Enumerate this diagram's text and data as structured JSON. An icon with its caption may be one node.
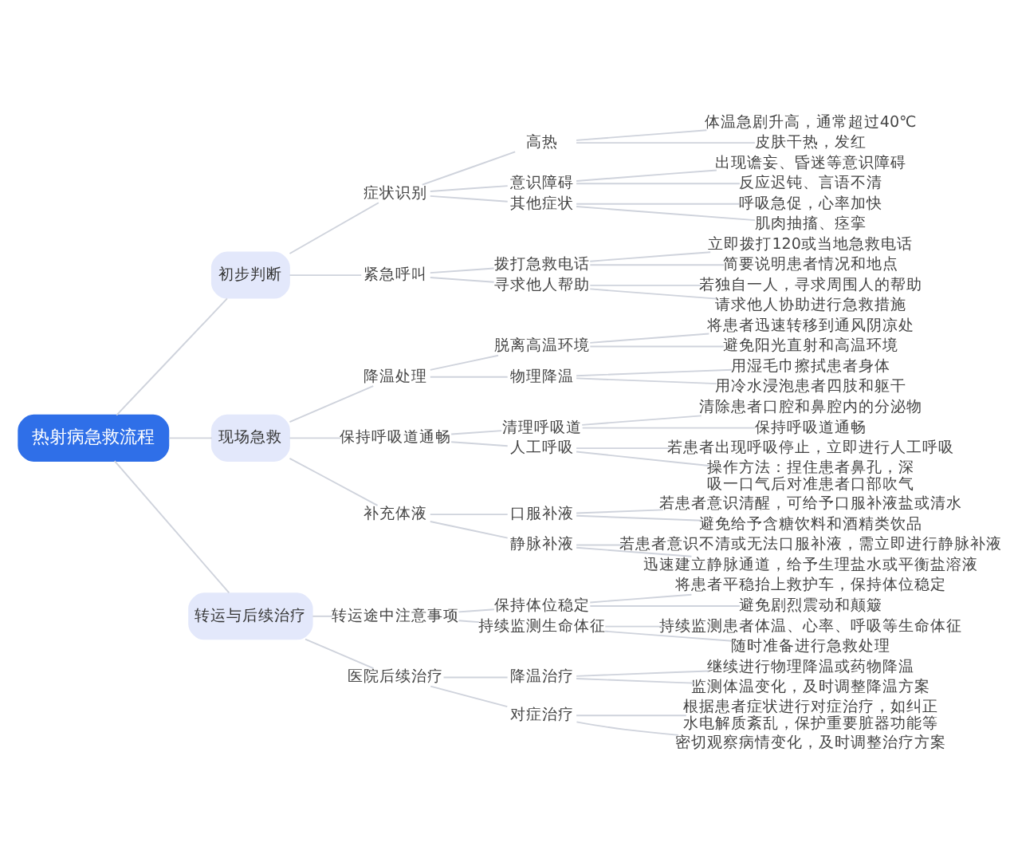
{
  "diagram": {
    "nodes": [
      {
        "text": [
          "热射病急救流程"
        ]
      },
      {
        "text": [
          "初步判断"
        ]
      },
      {
        "text": [
          "症状识别"
        ]
      },
      {
        "text": [
          "高热"
        ]
      },
      {
        "text": [
          "体温急剧升高，通常超过40℃"
        ]
      },
      {
        "text": [
          "皮肤干热，发红"
        ]
      },
      {
        "text": [
          "意识障碍"
        ]
      },
      {
        "text": [
          "出现谵妄、昏迷等意识障碍"
        ]
      },
      {
        "text": [
          "反应迟钝、言语不清"
        ]
      },
      {
        "text": [
          "其他症状"
        ]
      },
      {
        "text": [
          "呼吸急促，心率加快"
        ]
      },
      {
        "text": [
          "肌肉抽搐、痉挛"
        ]
      },
      {
        "text": [
          "紧急呼叫"
        ]
      },
      {
        "text": [
          "拨打急救电话"
        ]
      },
      {
        "text": [
          "立即拨打120或当地急救电话"
        ]
      },
      {
        "text": [
          "简要说明患者情况和地点"
        ]
      },
      {
        "text": [
          "寻求他人帮助"
        ]
      },
      {
        "text": [
          "若独自一人，寻求周围人的帮助"
        ]
      },
      {
        "text": [
          "请求他人协助进行急救措施"
        ]
      },
      {
        "text": [
          "现场急救"
        ]
      },
      {
        "text": [
          "降温处理"
        ]
      },
      {
        "text": [
          "脱离高温环境"
        ]
      },
      {
        "text": [
          "将患者迅速转移到通风阴凉处"
        ]
      },
      {
        "text": [
          "避免阳光直射和高温环境"
        ]
      },
      {
        "text": [
          "物理降温"
        ]
      },
      {
        "text": [
          "用湿毛巾擦拭患者身体"
        ]
      },
      {
        "text": [
          "用冷水浸泡患者四肢和躯干"
        ]
      },
      {
        "text": [
          "保持呼吸道通畅"
        ]
      },
      {
        "text": [
          "清理呼吸道"
        ]
      },
      {
        "text": [
          "清除患者口腔和鼻腔内的分泌物"
        ]
      },
      {
        "text": [
          "保持呼吸道通畅"
        ]
      },
      {
        "text": [
          "人工呼吸"
        ]
      },
      {
        "text": [
          "若患者出现呼吸停止，立即进行人工呼吸"
        ]
      },
      {
        "text": [
          "操作方法：捏住患者鼻孔，深吸一口气后对准患者口部吹气"
        ]
      },
      {
        "text": [
          "补充体液"
        ]
      },
      {
        "text": [
          "口服补液"
        ]
      },
      {
        "text": [
          "若患者意识清醒，可给予口服补液盐或清水"
        ]
      },
      {
        "text": [
          "避免给予含糖饮料和酒精类饮品"
        ]
      },
      {
        "text": [
          "静脉补液"
        ]
      },
      {
        "text": [
          "若患者意识不清或无法口服补液，需立即进行静脉补液"
        ]
      },
      {
        "text": [
          "迅速建立静脉通道，给予生理盐水或平衡盐溶液"
        ]
      },
      {
        "text": [
          "转运与后续治疗"
        ]
      },
      {
        "text": [
          "转运途中注意事项"
        ]
      },
      {
        "text": [
          "保持体位稳定"
        ]
      },
      {
        "text": [
          "将患者平稳抬上救护车，保持体位稳定"
        ]
      },
      {
        "text": [
          "避免剧烈震动和颠簸"
        ]
      },
      {
        "text": [
          "持续监测生命体征"
        ]
      },
      {
        "text": [
          "持续监测患者体温、心率、呼吸等生命体征"
        ]
      },
      {
        "text": [
          "随时准备进行急救处理"
        ]
      },
      {
        "text": [
          "医院后续治疗"
        ]
      },
      {
        "text": [
          "降温治疗"
        ]
      },
      {
        "text": [
          "继续进行物理降温或药物降温"
        ]
      },
      {
        "text": [
          "监测体温变化，及时调整降温方案"
        ]
      },
      {
        "text": [
          "对症治疗"
        ]
      },
      {
        "text": [
          "根据患者症状进行对症治疗，如纠正水电解质紊乱，保护重要脏器功能等"
        ]
      },
      {
        "text": [
          "密切观察病情变化，及时调整治疗方案"
        ]
      }
    ],
    "edges": [
      {
        "from": 0,
        "to": 1,
        "arrow": "none"
      },
      {
        "from": 1,
        "to": 2,
        "arrow": "none"
      },
      {
        "from": 2,
        "to": 3,
        "arrow": "none"
      },
      {
        "from": 3,
        "to": 4,
        "arrow": "none"
      },
      {
        "from": 3,
        "to": 5,
        "arrow": "none"
      },
      {
        "from": 2,
        "to": 6,
        "arrow": "none"
      },
      {
        "from": 6,
        "to": 7,
        "arrow": "none"
      },
      {
        "from": 6,
        "to": 8,
        "arrow": "none"
      },
      {
        "from": 2,
        "to": 9,
        "arrow": "none"
      },
      {
        "from": 9,
        "to": 10,
        "arrow": "none"
      },
      {
        "from": 9,
        "to": 11,
        "arrow": "none"
      },
      {
        "from": 1,
        "to": 12,
        "arrow": "none"
      },
      {
        "from": 12,
        "to": 13,
        "arrow": "none"
      },
      {
        "from": 13,
        "to": 14,
        "arrow": "none"
      },
      {
        "from": 13,
        "to": 15,
        "arrow": "none"
      },
      {
        "from": 12,
        "to": 16,
        "arrow": "none"
      },
      {
        "from": 16,
        "to": 17,
        "arrow": "none"
      },
      {
        "from": 16,
        "to": 18,
        "arrow": "none"
      },
      {
        "from": 0,
        "to": 19,
        "arrow": "none"
      },
      {
        "from": 19,
        "to": 20,
        "arrow": "none"
      },
      {
        "from": 20,
        "to": 21,
        "arrow": "none"
      },
      {
        "from": 21,
        "to": 22,
        "arrow": "none"
      },
      {
        "from": 21,
        "to": 23,
        "arrow": "none"
      },
      {
        "from": 20,
        "to": 24,
        "arrow": "none"
      },
      {
        "from": 24,
        "to": 25,
        "arrow": "none"
      },
      {
        "from": 24,
        "to": 26,
        "arrow": "none"
      },
      {
        "from": 19,
        "to": 27,
        "arrow": "none"
      },
      {
        "from": 27,
        "to": 28,
        "arrow": "none"
      },
      {
        "from": 28,
        "to": 29,
        "arrow": "none"
      },
      {
        "from": 28,
        "to": 30,
        "arrow": "none"
      },
      {
        "from": 27,
        "to": 31,
        "arrow": "none"
      },
      {
        "from": 31,
        "to": 32,
        "arrow": "none"
      },
      {
        "from": 31,
        "to": 33,
        "arrow": "none"
      },
      {
        "from": 19,
        "to": 34,
        "arrow": "none"
      },
      {
        "from": 34,
        "to": 35,
        "arrow": "none"
      },
      {
        "from": 35,
        "to": 36,
        "arrow": "none"
      },
      {
        "from": 35,
        "to": 37,
        "arrow": "none"
      },
      {
        "from": 34,
        "to": 38,
        "arrow": "none"
      },
      {
        "from": 38,
        "to": 39,
        "arrow": "none"
      },
      {
        "from": 38,
        "to": 40,
        "arrow": "none"
      },
      {
        "from": 0,
        "to": 41,
        "arrow": "none"
      },
      {
        "from": 41,
        "to": 42,
        "arrow": "none"
      },
      {
        "from": 42,
        "to": 43,
        "arrow": "none"
      },
      {
        "from": 43,
        "to": 44,
        "arrow": "none"
      },
      {
        "from": 43,
        "to": 45,
        "arrow": "none"
      },
      {
        "from": 42,
        "to": 46,
        "arrow": "none"
      },
      {
        "from": 46,
        "to": 47,
        "arrow": "none"
      },
      {
        "from": 46,
        "to": 48,
        "arrow": "none"
      },
      {
        "from": 41,
        "to": 49,
        "arrow": "none"
      },
      {
        "from": 49,
        "to": 50,
        "arrow": "none"
      },
      {
        "from": 50,
        "to": 51,
        "arrow": "none"
      },
      {
        "from": 50,
        "to": 52,
        "arrow": "none"
      },
      {
        "from": 49,
        "to": 53,
        "arrow": "none"
      },
      {
        "from": 53,
        "to": 54,
        "arrow": "none"
      },
      {
        "from": 53,
        "to": 55,
        "arrow": "none"
      }
    ]
  }
}
